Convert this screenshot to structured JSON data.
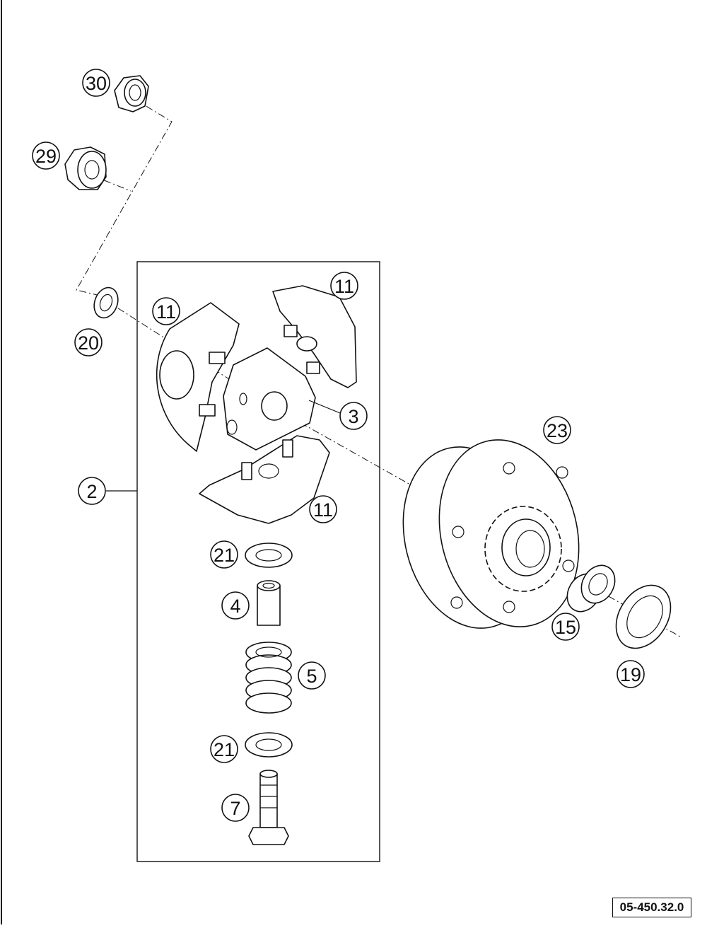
{
  "diagram": {
    "reference_code": "05-450.32.0",
    "callouts": [
      {
        "id": "c30",
        "text": "30"
      },
      {
        "id": "c29",
        "text": "29"
      },
      {
        "id": "c20",
        "text": "20"
      },
      {
        "id": "c11a",
        "text": "11"
      },
      {
        "id": "c11b",
        "text": "11"
      },
      {
        "id": "c11c",
        "text": "11"
      },
      {
        "id": "c3",
        "text": "3"
      },
      {
        "id": "c23",
        "text": "23"
      },
      {
        "id": "c2",
        "text": "2"
      },
      {
        "id": "c21a",
        "text": "21"
      },
      {
        "id": "c4",
        "text": "4"
      },
      {
        "id": "c5",
        "text": "5"
      },
      {
        "id": "c21b",
        "text": "21"
      },
      {
        "id": "c7",
        "text": "7"
      },
      {
        "id": "c15",
        "text": "15"
      },
      {
        "id": "c19",
        "text": "19"
      }
    ]
  }
}
